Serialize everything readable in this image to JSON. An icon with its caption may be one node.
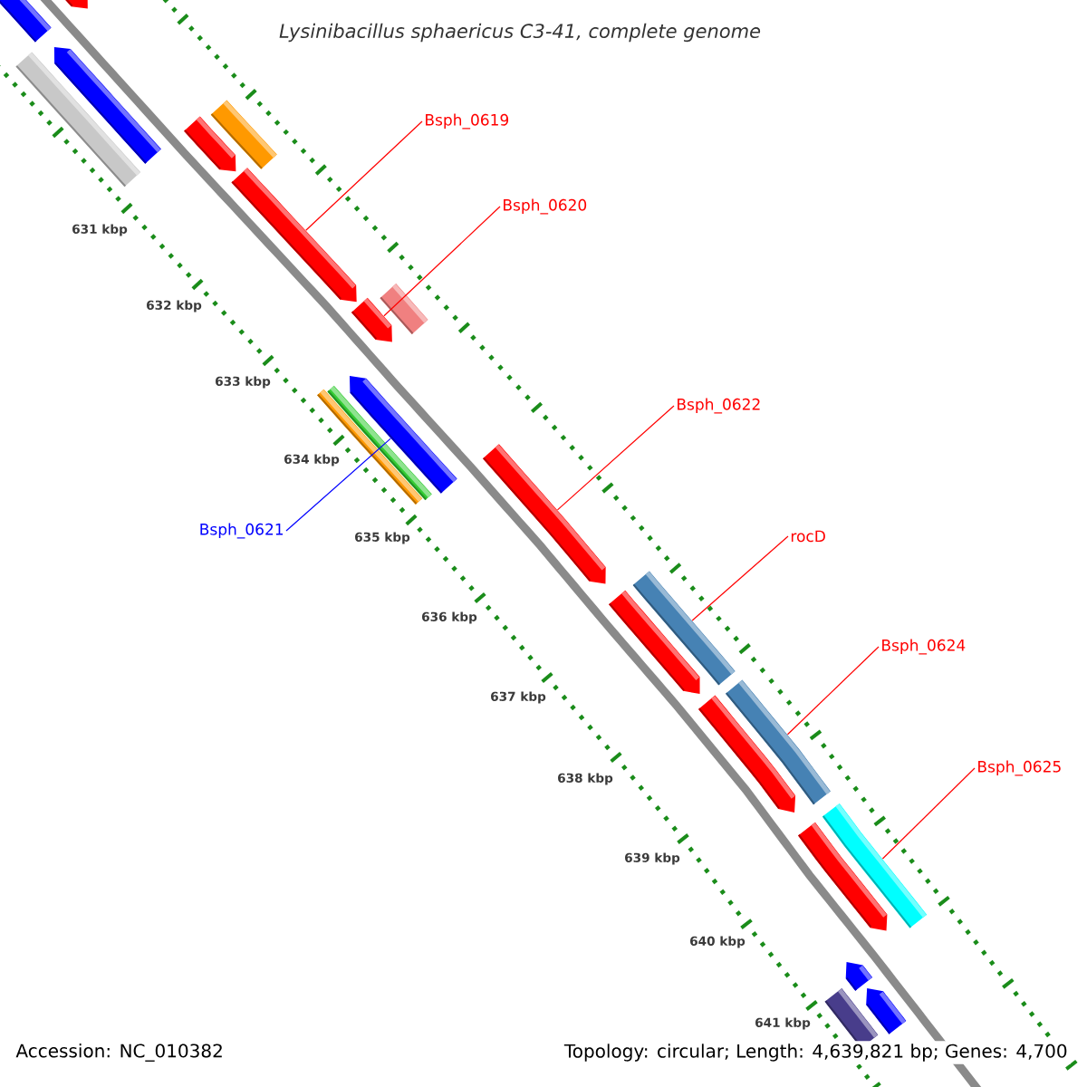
{
  "diagram": {
    "title": "Lysinibacillus sphaericus C3-41, complete genome",
    "nodes": [
      {
        "text": [
          "Bsph_0619"
        ]
      },
      {
        "text": [
          "Bsph_0620"
        ]
      },
      {
        "text": [
          "Bsph_0621"
        ]
      },
      {
        "text": [
          "Bsph_0622"
        ]
      },
      {
        "text": [
          "rocD"
        ]
      },
      {
        "text": [
          "Bsph_0624"
        ]
      },
      {
        "text": [
          "Bsph_0625"
        ]
      },
      {
        "text": [],
        "shape": "arrow"
      },
      {
        "text": [],
        "shape": "arrow"
      },
      {
        "text": [],
        "shape": "bar"
      },
      {
        "text": [],
        "shape": "arrow"
      },
      {
        "text": [],
        "shape": "arrow"
      },
      {
        "text": [],
        "shape": "bar"
      },
      {
        "text": [],
        "shape": "arrow"
      },
      {
        "text": [],
        "shape": "arrow"
      },
      {
        "text": [],
        "shape": "bar"
      },
      {
        "text": [],
        "shape": "bar"
      },
      {
        "text": [],
        "shape": "bar"
      },
      {
        "text": [],
        "shape": "arrow"
      },
      {
        "text": [],
        "shape": "arrow"
      },
      {
        "text": [],
        "shape": "arrow"
      },
      {
        "text": [],
        "shape": "bar"
      },
      {
        "text": [],
        "shape": "arrow"
      },
      {
        "text": [],
        "shape": "bar"
      },
      {
        "text": [],
        "shape": "arrow"
      },
      {
        "text": [],
        "shape": "bar"
      },
      {
        "text": [],
        "shape": "arrow"
      },
      {
        "text": [],
        "shape": "bar"
      },
      {
        "text": [],
        "shape": "arrow"
      }
    ],
    "edges": [
      {
        "from": 0,
        "to": 13,
        "arrow": "none"
      },
      {
        "from": 1,
        "to": 14,
        "arrow": "none"
      },
      {
        "from": 2,
        "to": 18,
        "arrow": "none",
        "color": "#0000ff"
      },
      {
        "from": 3,
        "to": 19,
        "arrow": "none"
      },
      {
        "from": 4,
        "to": 21,
        "arrow": "none"
      },
      {
        "from": 5,
        "to": 23,
        "arrow": "none"
      },
      {
        "from": 6,
        "to": 25,
        "arrow": "none"
      }
    ],
    "labels": [
      "631 kbp",
      "632 kbp",
      "633 kbp",
      "634 kbp",
      "635 kbp",
      "636 kbp",
      "637 kbp",
      "638 kbp",
      "639 kbp",
      "640 kbp",
      "641 kbp",
      "Accession: NC_010382",
      "Topology: circular; Length: 4,639,821 bp; Genes: 4,700"
    ]
  }
}
